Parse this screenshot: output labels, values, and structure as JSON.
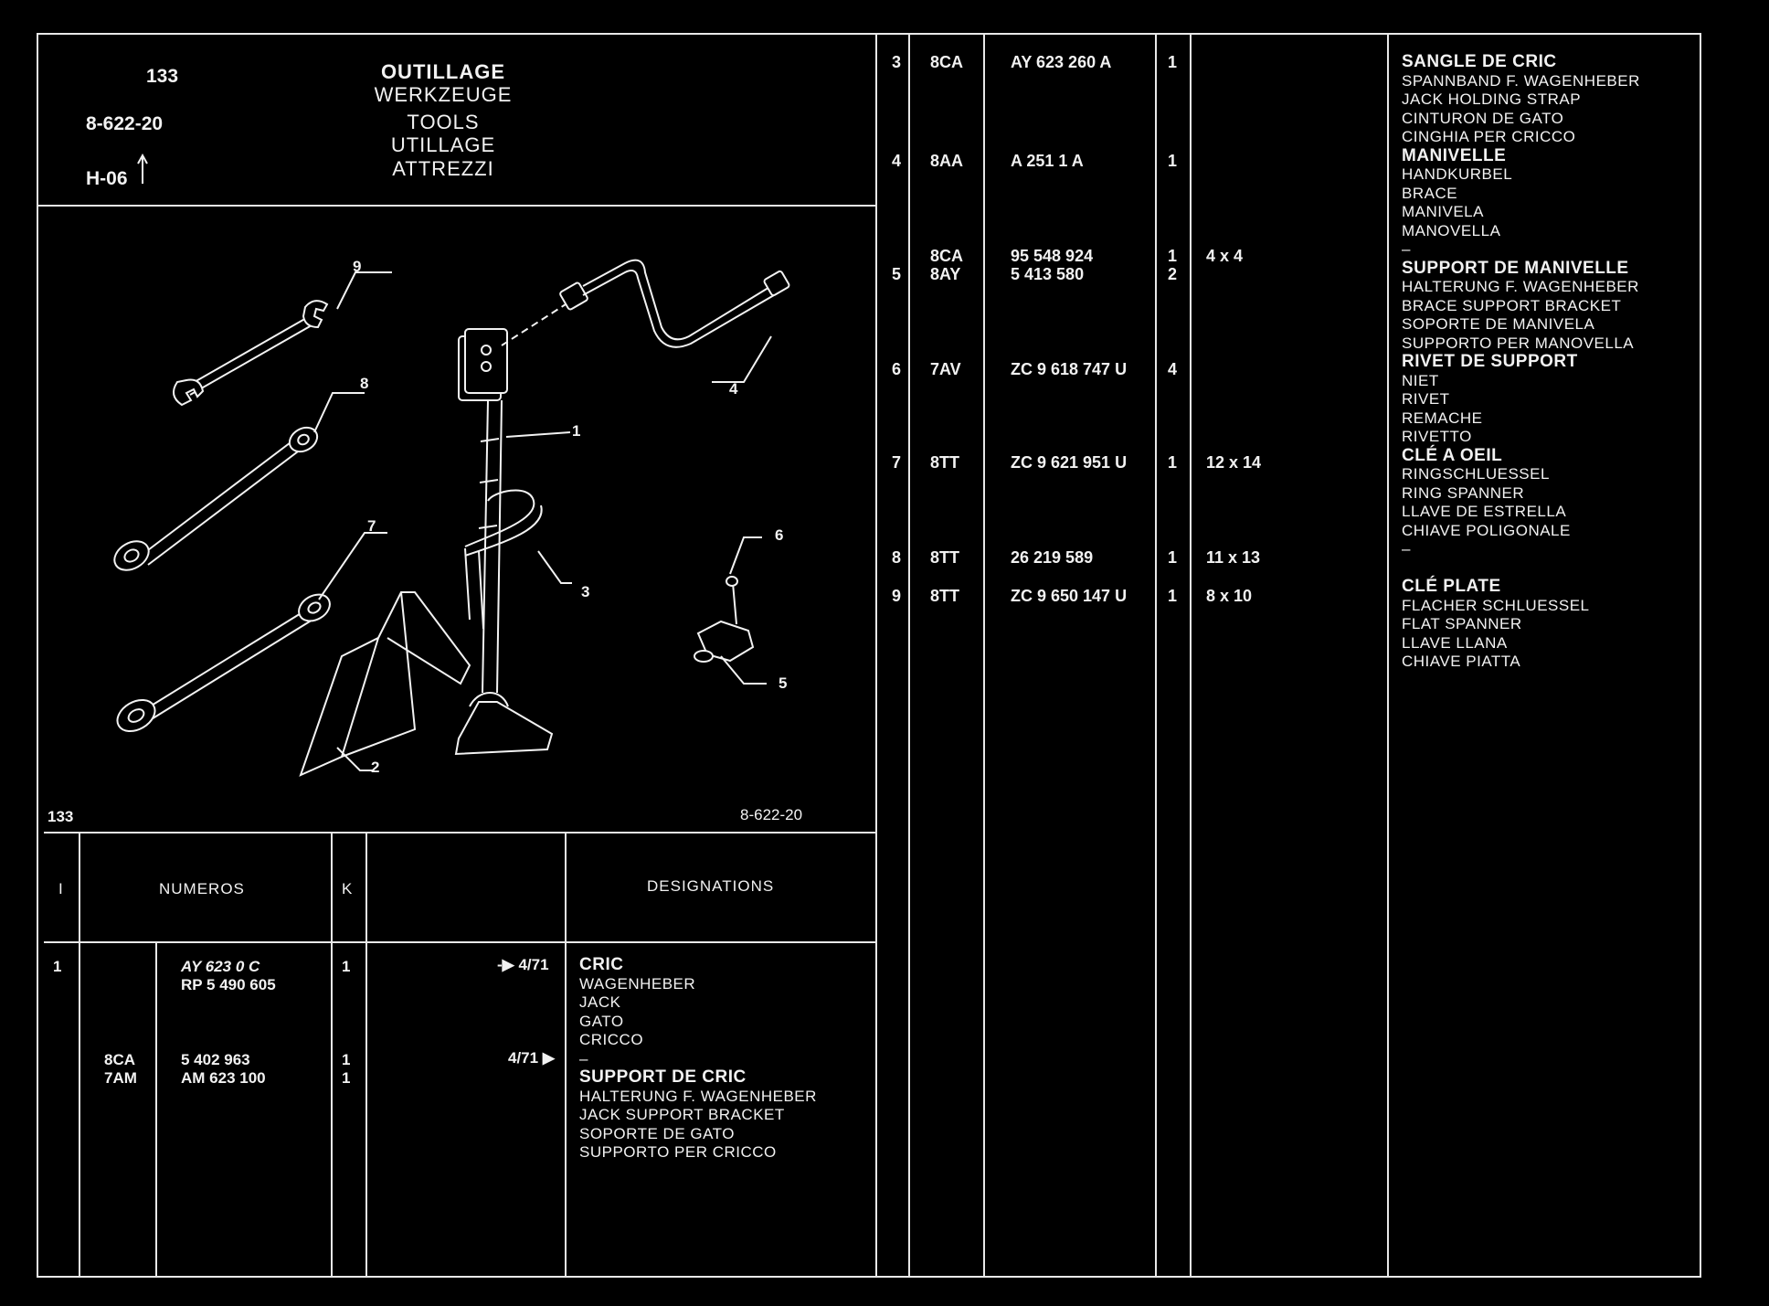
{
  "header": {
    "page_number": "133",
    "reference": "8-622-20",
    "edition": "H-06",
    "titles": [
      "OUTILLAGE",
      "WERKZEUGE",
      "TOOLS",
      "UTILLAGE",
      "ATTREZZI"
    ]
  },
  "figure": {
    "page_number": "133",
    "reference": "8-622-20",
    "callouts": [
      "1",
      "2",
      "3",
      "4",
      "5",
      "6",
      "7",
      "8",
      "9"
    ]
  },
  "columns": {
    "item": "I",
    "numbers": "NUMEROS",
    "k": "K",
    "designations": "DESIGNATIONS"
  },
  "left_rows": [
    {
      "item": "1",
      "parts": [
        {
          "code": "",
          "number": "AY 623     0 C",
          "qty": "1",
          "note": "4/71",
          "arrow": "before"
        },
        {
          "code": "",
          "number": "RP 5 490 605",
          "qty": "",
          "note": "",
          "arrow": ""
        },
        {
          "code": "8CA",
          "number": "5  402  963",
          "qty": "1",
          "note": "4/71",
          "arrow": "after"
        },
        {
          "code": "7AM",
          "number": "AM  623  100",
          "qty": "1",
          "note": "",
          "arrow": ""
        }
      ],
      "designations": [
        {
          "text": "CRIC",
          "heading": true
        },
        {
          "text": "WAGENHEBER",
          "heading": false
        },
        {
          "text": "JACK",
          "heading": false
        },
        {
          "text": "GATO",
          "heading": false
        },
        {
          "text": "CRICCO",
          "heading": false
        },
        {
          "text": "–",
          "heading": false
        },
        {
          "text": "SUPPORT DE CRIC",
          "heading": true
        },
        {
          "text": "HALTERUNG F. WAGENHEBER",
          "heading": false
        },
        {
          "text": "JACK SUPPORT BRACKET",
          "heading": false
        },
        {
          "text": "SOPORTE DE GATO",
          "heading": false
        },
        {
          "text": "SUPPORTO PER CRICCO",
          "heading": false
        }
      ]
    }
  ],
  "right_rows": [
    {
      "item": "3",
      "code": "8CA",
      "number": "AY  623  260  A",
      "qty": "1",
      "size": ""
    },
    {
      "item": "4",
      "code": "8AA",
      "number": "A  251     1  A",
      "qty": "1",
      "size": ""
    },
    {
      "item": "",
      "code": "8CA",
      "number": "95  548  924",
      "qty": "1",
      "size": "4 x 4"
    },
    {
      "item": "5",
      "code": "8AY",
      "number": "5  413  580",
      "qty": "2",
      "size": ""
    },
    {
      "item": "6",
      "code": "7AV",
      "number": "ZC  9  618  747  U",
      "qty": "4",
      "size": ""
    },
    {
      "item": "7",
      "code": "8TT",
      "number": "ZC  9  621  951  U",
      "qty": "1",
      "size": "12 x 14"
    },
    {
      "item": "8",
      "code": "8TT",
      "number": "26  219  589",
      "qty": "1",
      "size": "11 x 13"
    },
    {
      "item": "9",
      "code": "8TT",
      "number": "ZC  9  650  147  U",
      "qty": "1",
      "size": "8 x 10"
    }
  ],
  "right_designations": [
    {
      "text": "SANGLE DE CRIC",
      "heading": true
    },
    {
      "text": "SPANNBAND F. WAGENHEBER",
      "heading": false
    },
    {
      "text": "JACK HOLDING STRAP",
      "heading": false
    },
    {
      "text": "CINTURON DE GATO",
      "heading": false
    },
    {
      "text": "CINGHIA PER CRICCO",
      "heading": false
    },
    {
      "text": "MANIVELLE",
      "heading": true
    },
    {
      "text": "HANDKURBEL",
      "heading": false
    },
    {
      "text": "BRACE",
      "heading": false
    },
    {
      "text": "MANIVELA",
      "heading": false
    },
    {
      "text": "MANOVELLA",
      "heading": false
    },
    {
      "text": "–",
      "heading": false
    },
    {
      "text": "SUPPORT DE MANIVELLE",
      "heading": true
    },
    {
      "text": "HALTERUNG F. WAGENHEBER",
      "heading": false
    },
    {
      "text": "BRACE SUPPORT BRACKET",
      "heading": false
    },
    {
      "text": "SOPORTE DE MANIVELA",
      "heading": false
    },
    {
      "text": "SUPPORTO PER MANOVELLA",
      "heading": false
    },
    {
      "text": "RIVET DE SUPPORT",
      "heading": true
    },
    {
      "text": "NIET",
      "heading": false
    },
    {
      "text": "RIVET",
      "heading": false
    },
    {
      "text": "REMACHE",
      "heading": false
    },
    {
      "text": "RIVETTO",
      "heading": false
    },
    {
      "text": "CLÉ A OEIL",
      "heading": true
    },
    {
      "text": "RINGSCHLUESSEL",
      "heading": false
    },
    {
      "text": "RING SPANNER",
      "heading": false
    },
    {
      "text": "LLAVE DE ESTRELLA",
      "heading": false
    },
    {
      "text": "CHIAVE POLIGONALE",
      "heading": false
    },
    {
      "text": "–",
      "heading": false
    },
    {
      "text": "",
      "heading": false
    },
    {
      "text": "CLÉ PLATE",
      "heading": true
    },
    {
      "text": "FLACHER SCHLUESSEL",
      "heading": false
    },
    {
      "text": "FLAT SPANNER",
      "heading": false
    },
    {
      "text": "LLAVE LLANA",
      "heading": false
    },
    {
      "text": "CHIAVE PIATTA",
      "heading": false
    }
  ],
  "colors": {
    "background": "#000000",
    "ink": "#f2f2f2",
    "border": "#cfcfe6"
  }
}
